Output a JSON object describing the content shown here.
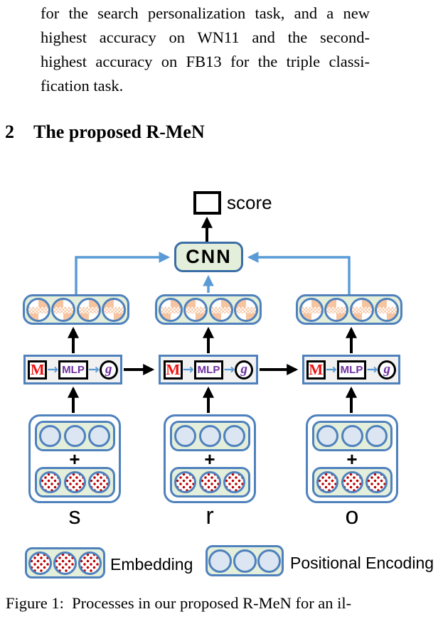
{
  "colors": {
    "blue": "#4f81bd",
    "blue-dark": "#3a6ea5",
    "arrow-blue": "#5b9bd5",
    "green": "#e3efda",
    "lightblue": "#dbe6f2",
    "peach": "#f6c49f",
    "dot-red": "#c00000",
    "m-red": "#ee1111",
    "purple": "#7030a0",
    "cell-gray": "#f1f1f1"
  },
  "paragraph": {
    "lines": [
      "for the search personalization task, and a new",
      "highest accuracy on WN11 and the second-",
      "highest accuracy on FB13 for the triple classi-",
      "fication task."
    ]
  },
  "heading": {
    "number": "2",
    "title": "The proposed R-MeN"
  },
  "figure": {
    "score_label": "score",
    "cnn_label": "CNN",
    "cell": {
      "m": "M",
      "mlp": "MLP",
      "g": "g",
      "arrow_icon": "→"
    },
    "plus": "+",
    "inputs": [
      {
        "label": "s"
      },
      {
        "label": "r"
      },
      {
        "label": "o"
      }
    ],
    "legend": {
      "embedding": "Embedding",
      "positional": "Positional Encoding"
    }
  },
  "caption": "Figure 1:  Processes in our proposed R-MeN for an il-"
}
